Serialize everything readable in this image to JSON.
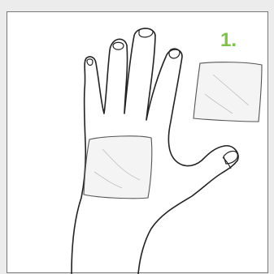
{
  "step": {
    "label": "1."
  },
  "colors": {
    "accent": "#7dc242",
    "line": "#222222",
    "patch_fill": "#f4f4f4",
    "patch_stroke": "#555555",
    "background": "#ececec",
    "panel": "#ffffff"
  },
  "illustration": {
    "subject": "hand-outline",
    "patches": 2
  }
}
